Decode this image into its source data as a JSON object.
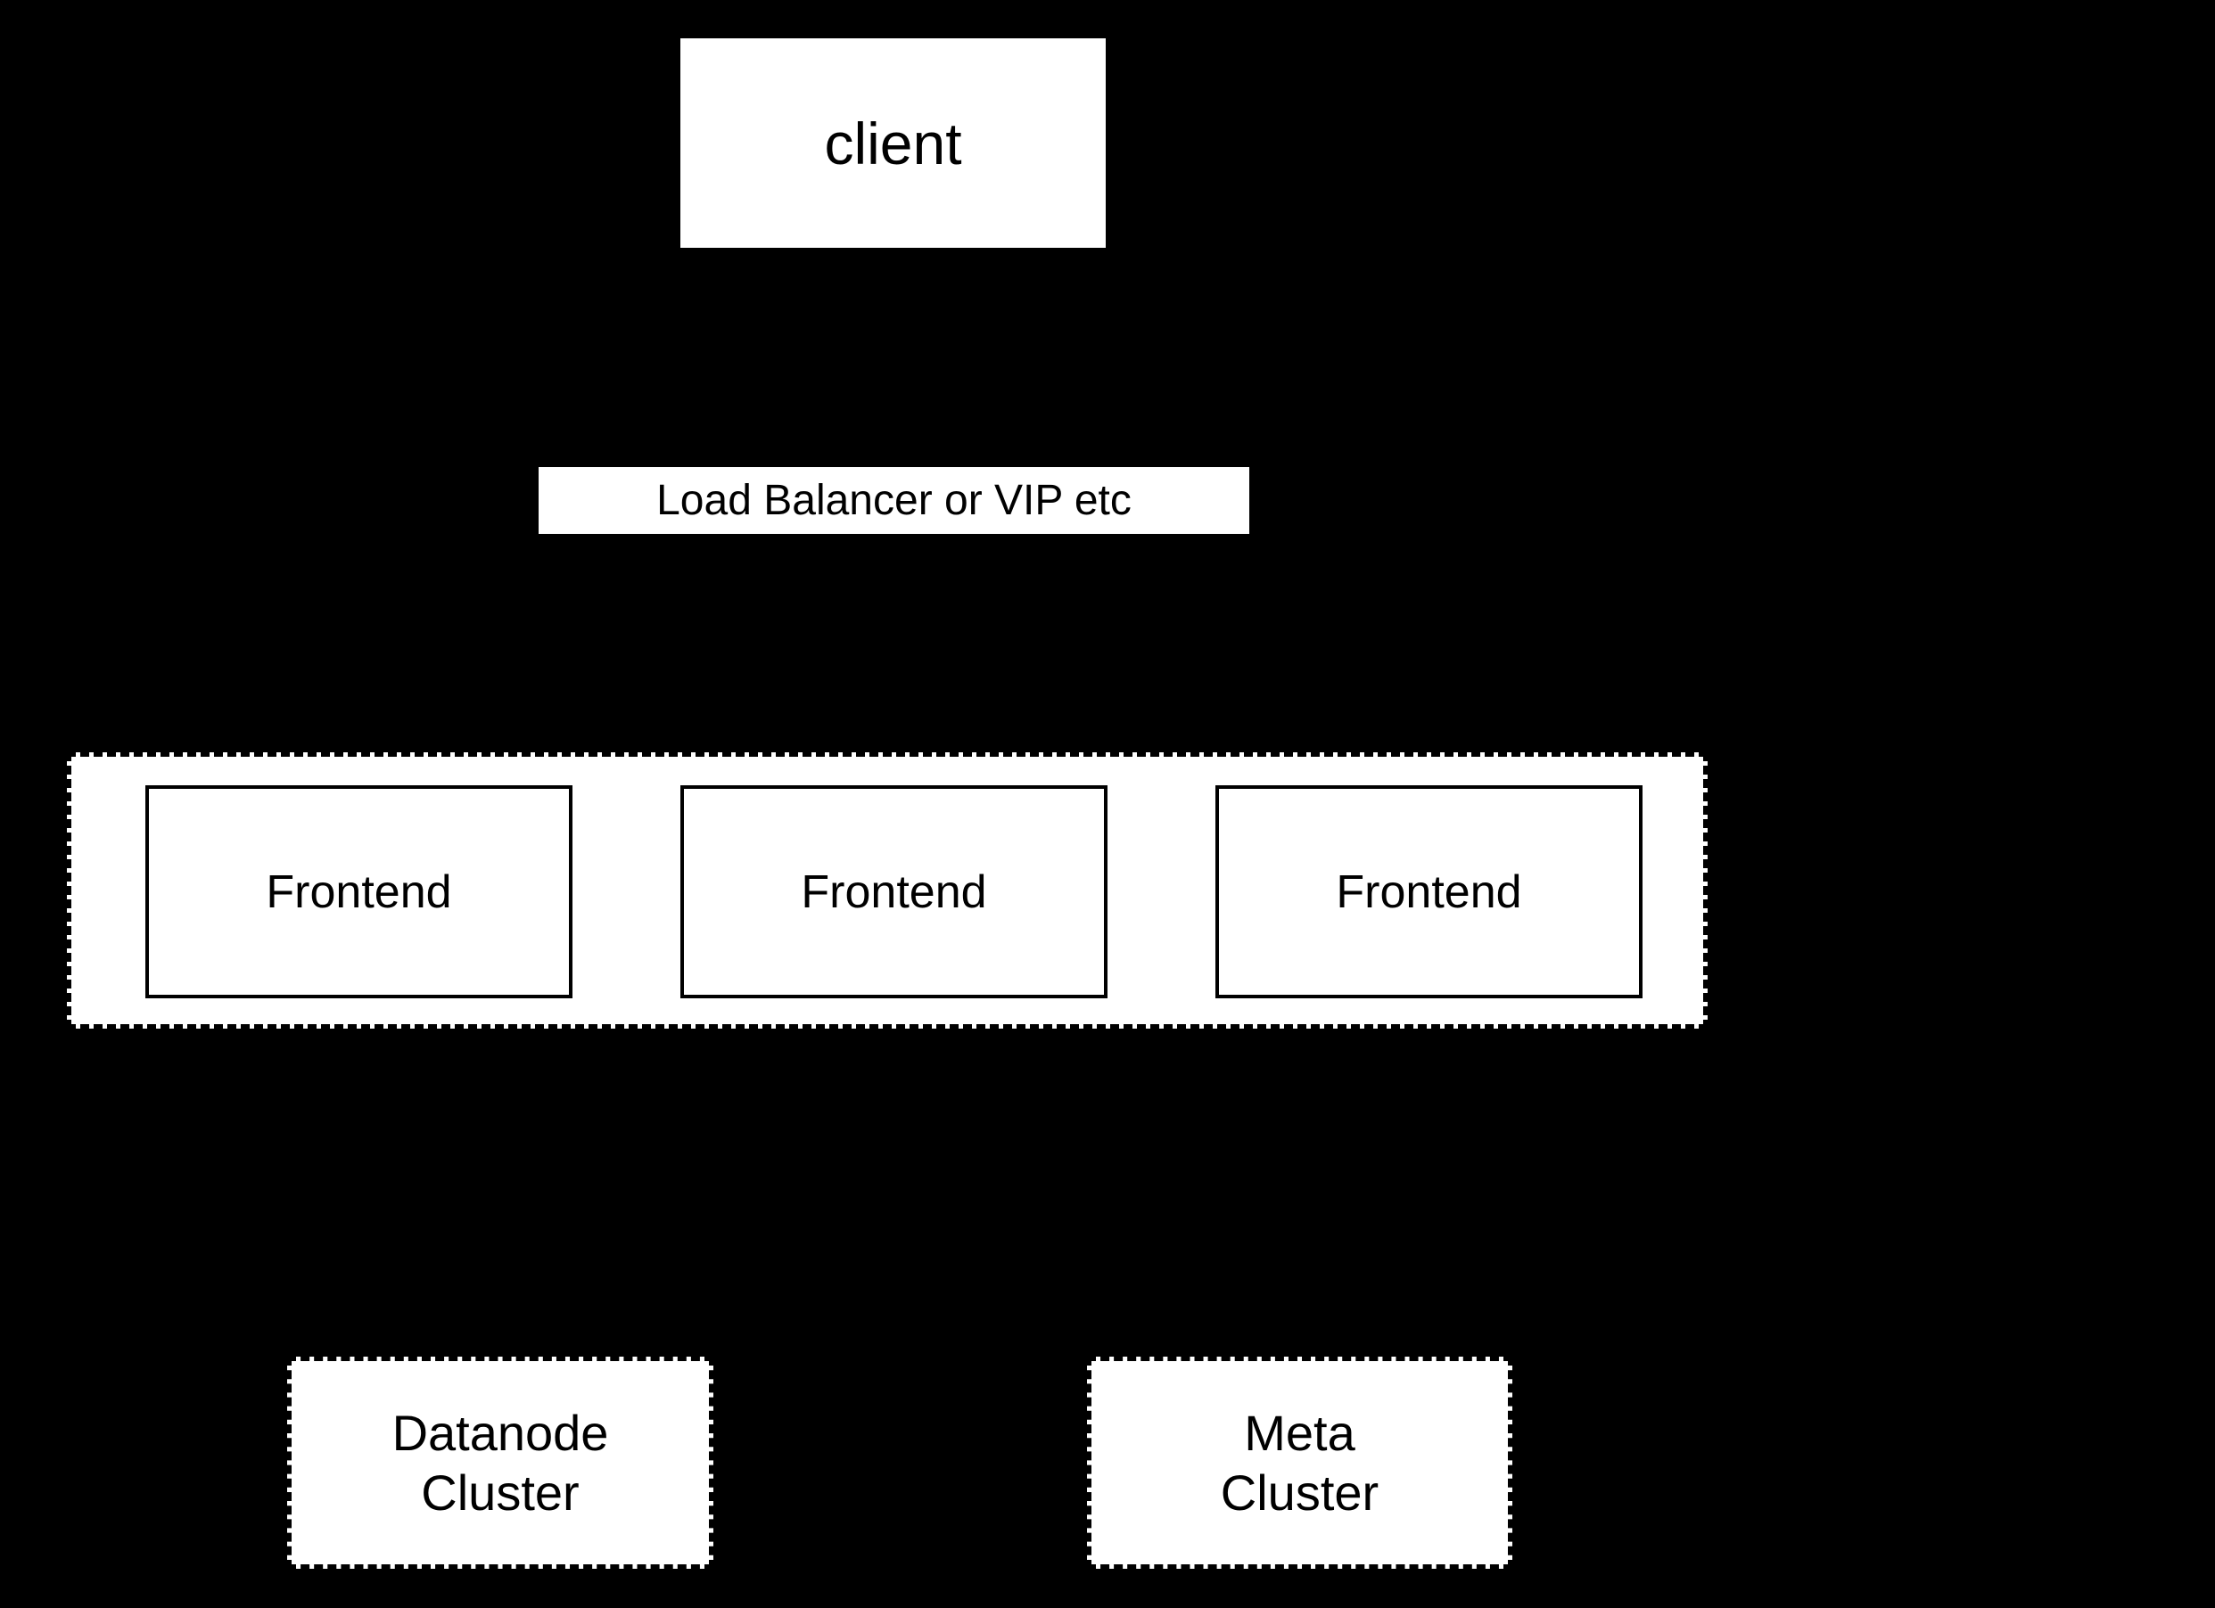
{
  "diagram": {
    "background_color": "#000000",
    "node_fill_color": "#ffffff",
    "border_color": "#000000",
    "text_color": "#000000",
    "nodes": {
      "client": {
        "label": "client",
        "border_style": "none"
      },
      "load_balancer": {
        "label": "Load Balancer or VIP etc",
        "border_style": "none"
      },
      "frontend_group": {
        "border_style": "dashed",
        "nodes": [
          {
            "label": "Frontend",
            "border_style": "solid"
          },
          {
            "label": "Frontend",
            "border_style": "solid"
          },
          {
            "label": "Frontend",
            "border_style": "solid"
          }
        ]
      },
      "datanode_cluster": {
        "label": "Datanode\nCluster",
        "border_style": "dashed"
      },
      "meta_cluster": {
        "label": "Meta\nCluster",
        "border_style": "dashed"
      }
    }
  }
}
